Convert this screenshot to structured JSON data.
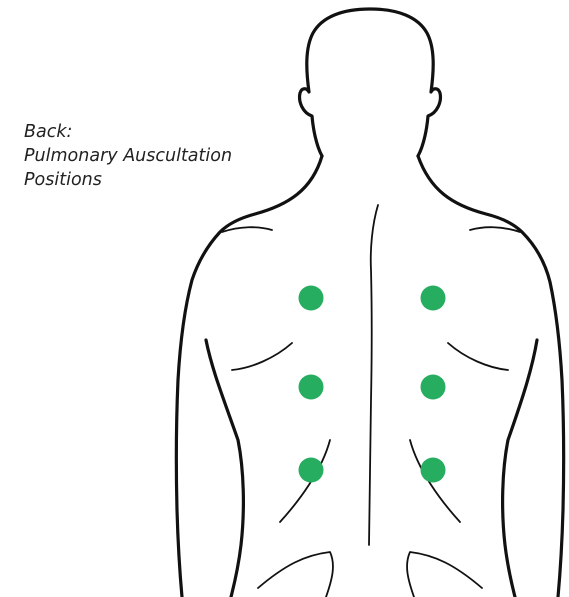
{
  "caption": {
    "line1": "Back:",
    "line2": "Pulmonary Auscultation",
    "line3": "Positions"
  },
  "colors": {
    "marker": "#26ad60",
    "outline": "#111111"
  },
  "positions": {
    "left_column": [
      "upper",
      "middle",
      "lower"
    ],
    "right_column": [
      "upper",
      "middle",
      "lower"
    ]
  }
}
